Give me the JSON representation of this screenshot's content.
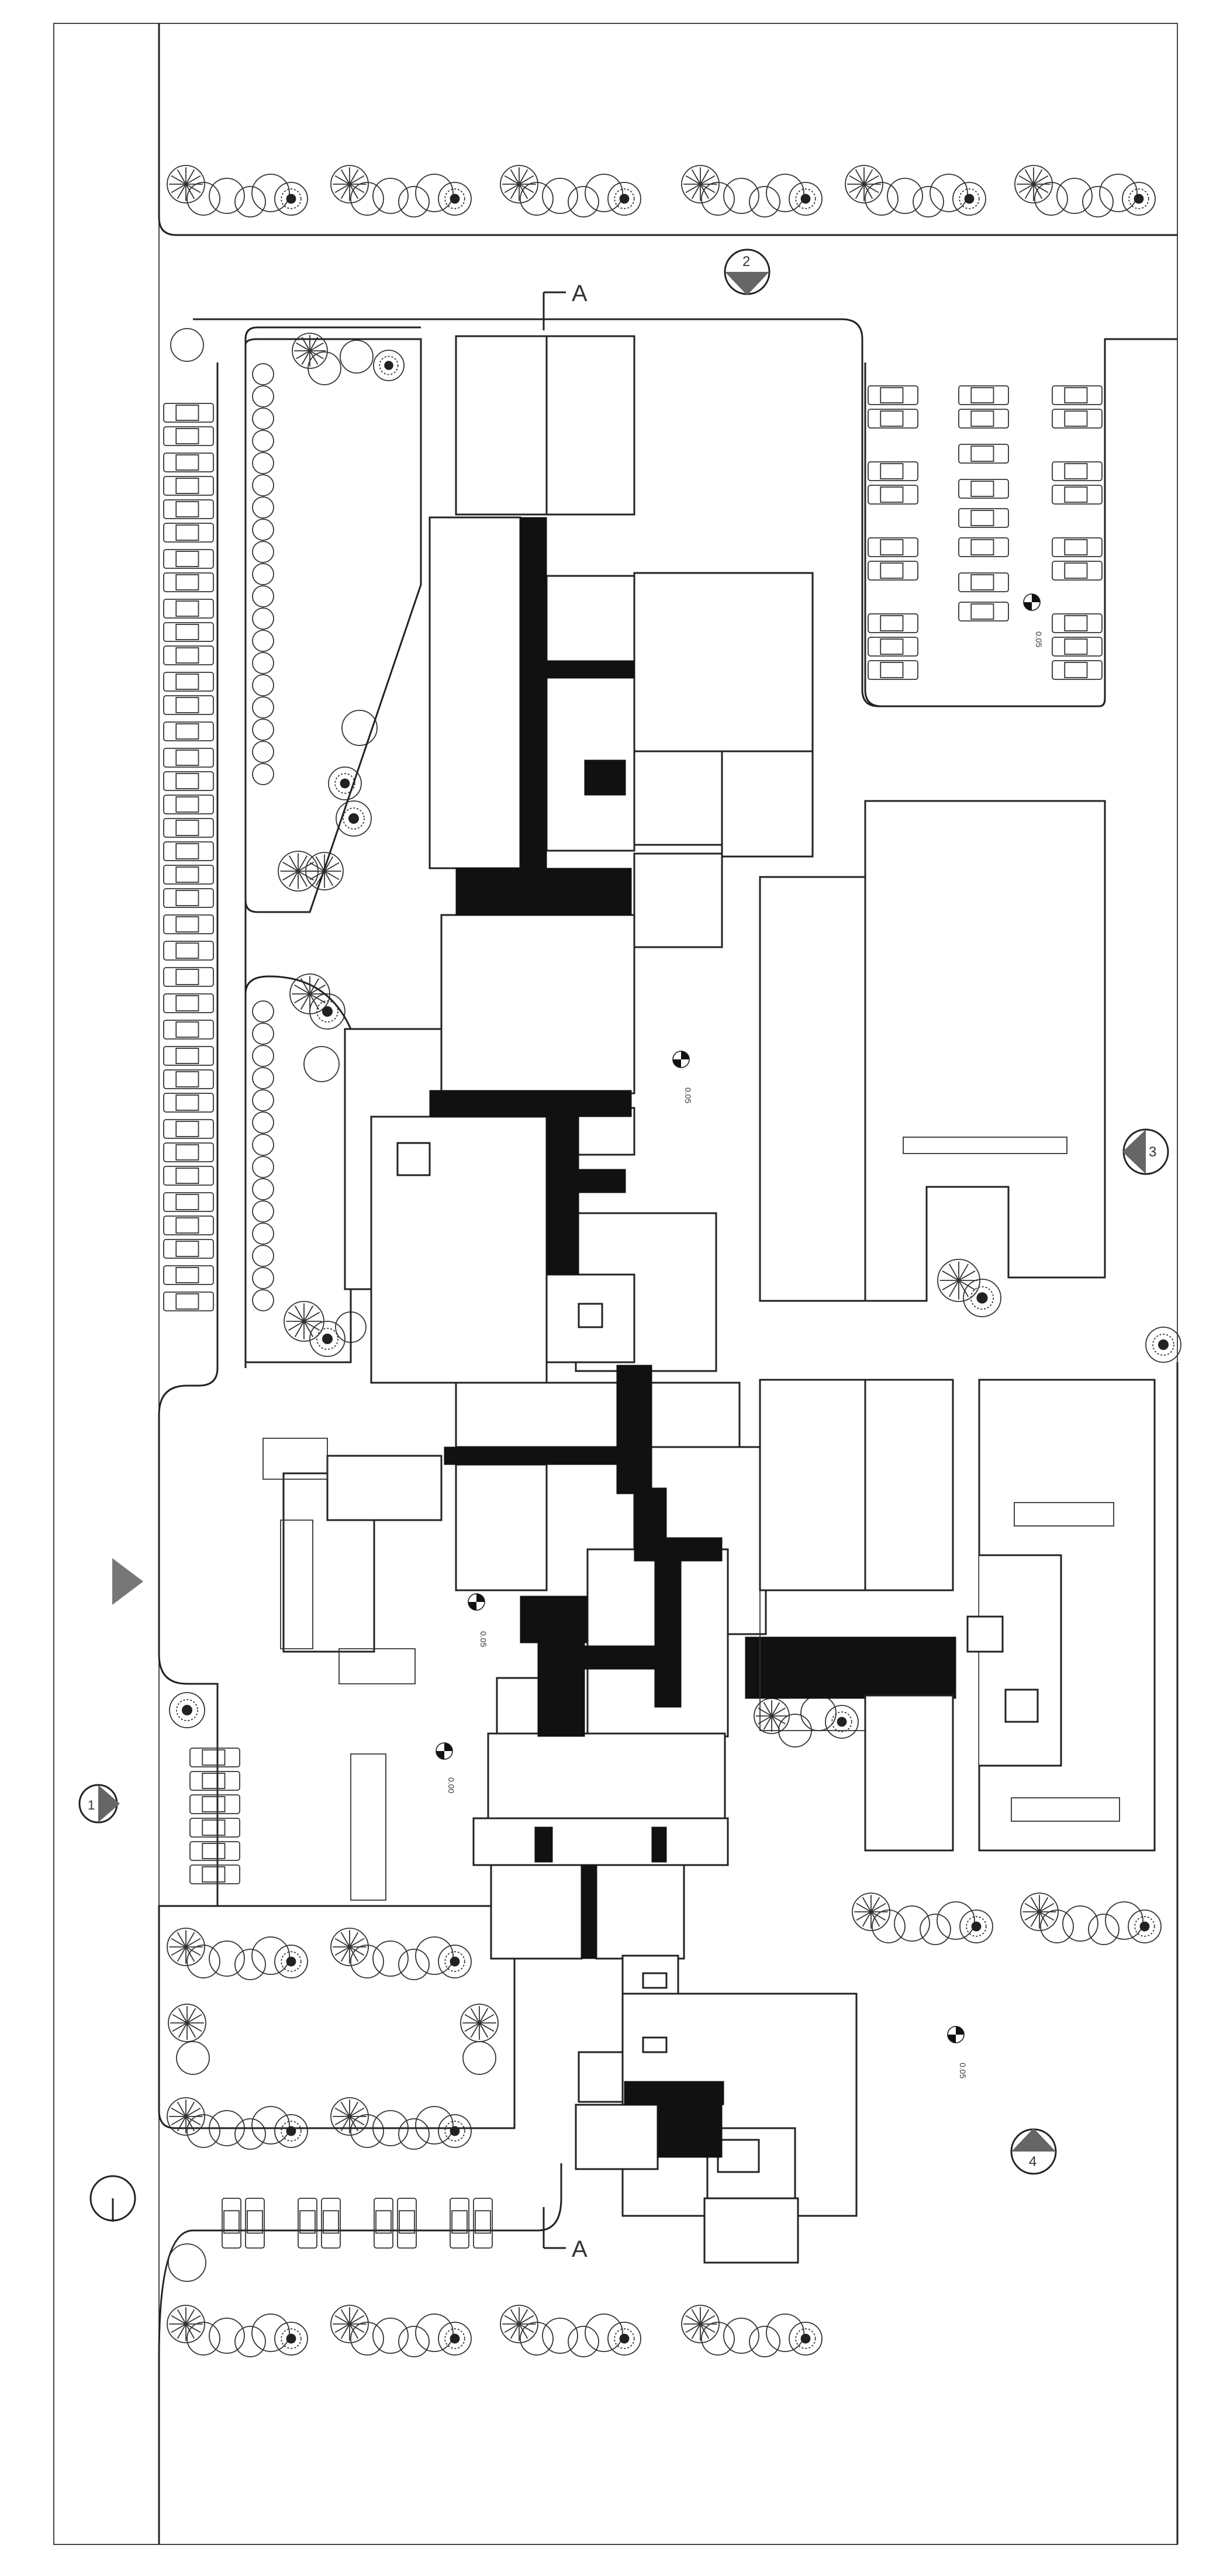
{
  "drawing": {
    "section_mark": "A",
    "view_markers": [
      "1",
      "2",
      "3",
      "4"
    ],
    "level_labels": [
      "0.05",
      "0.05",
      "0.05",
      "0.00",
      "0.05"
    ],
    "north_arrow": "north-arrow-icon",
    "palette": {
      "line": "#222222",
      "fill": "#111111",
      "background": "#ffffff"
    }
  }
}
